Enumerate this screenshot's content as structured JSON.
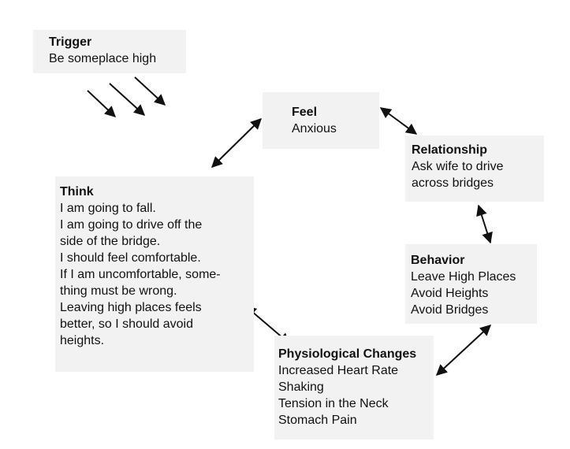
{
  "trigger": {
    "title": "Trigger",
    "lines": [
      "Be someplace high"
    ]
  },
  "feel": {
    "title": "Feel",
    "lines": [
      "Anxious"
    ]
  },
  "relationship": {
    "title": "Relationship",
    "lines": [
      "Ask wife to drive",
      "across bridges"
    ]
  },
  "think": {
    "title": "Think",
    "lines": [
      "I am going to fall.",
      "I am going to drive off the",
      "side of the bridge.",
      "I should feel comfortable.",
      "If I am uncomfortable, some-",
      "thing must be wrong.",
      "Leaving high places feels",
      "better, so I should avoid",
      "heights."
    ]
  },
  "behavior": {
    "title": "Behavior",
    "lines": [
      "Leave High Places",
      "Avoid Heights",
      "Avoid Bridges"
    ]
  },
  "physio": {
    "title": "Physiological Changes",
    "lines": [
      "Increased Heart Rate",
      "Shaking",
      "Tension in the Neck",
      "Stomach Pain"
    ]
  },
  "colors": {
    "box_fill": "#f2f2f2",
    "text": "#111111",
    "arrow": "#111111"
  }
}
